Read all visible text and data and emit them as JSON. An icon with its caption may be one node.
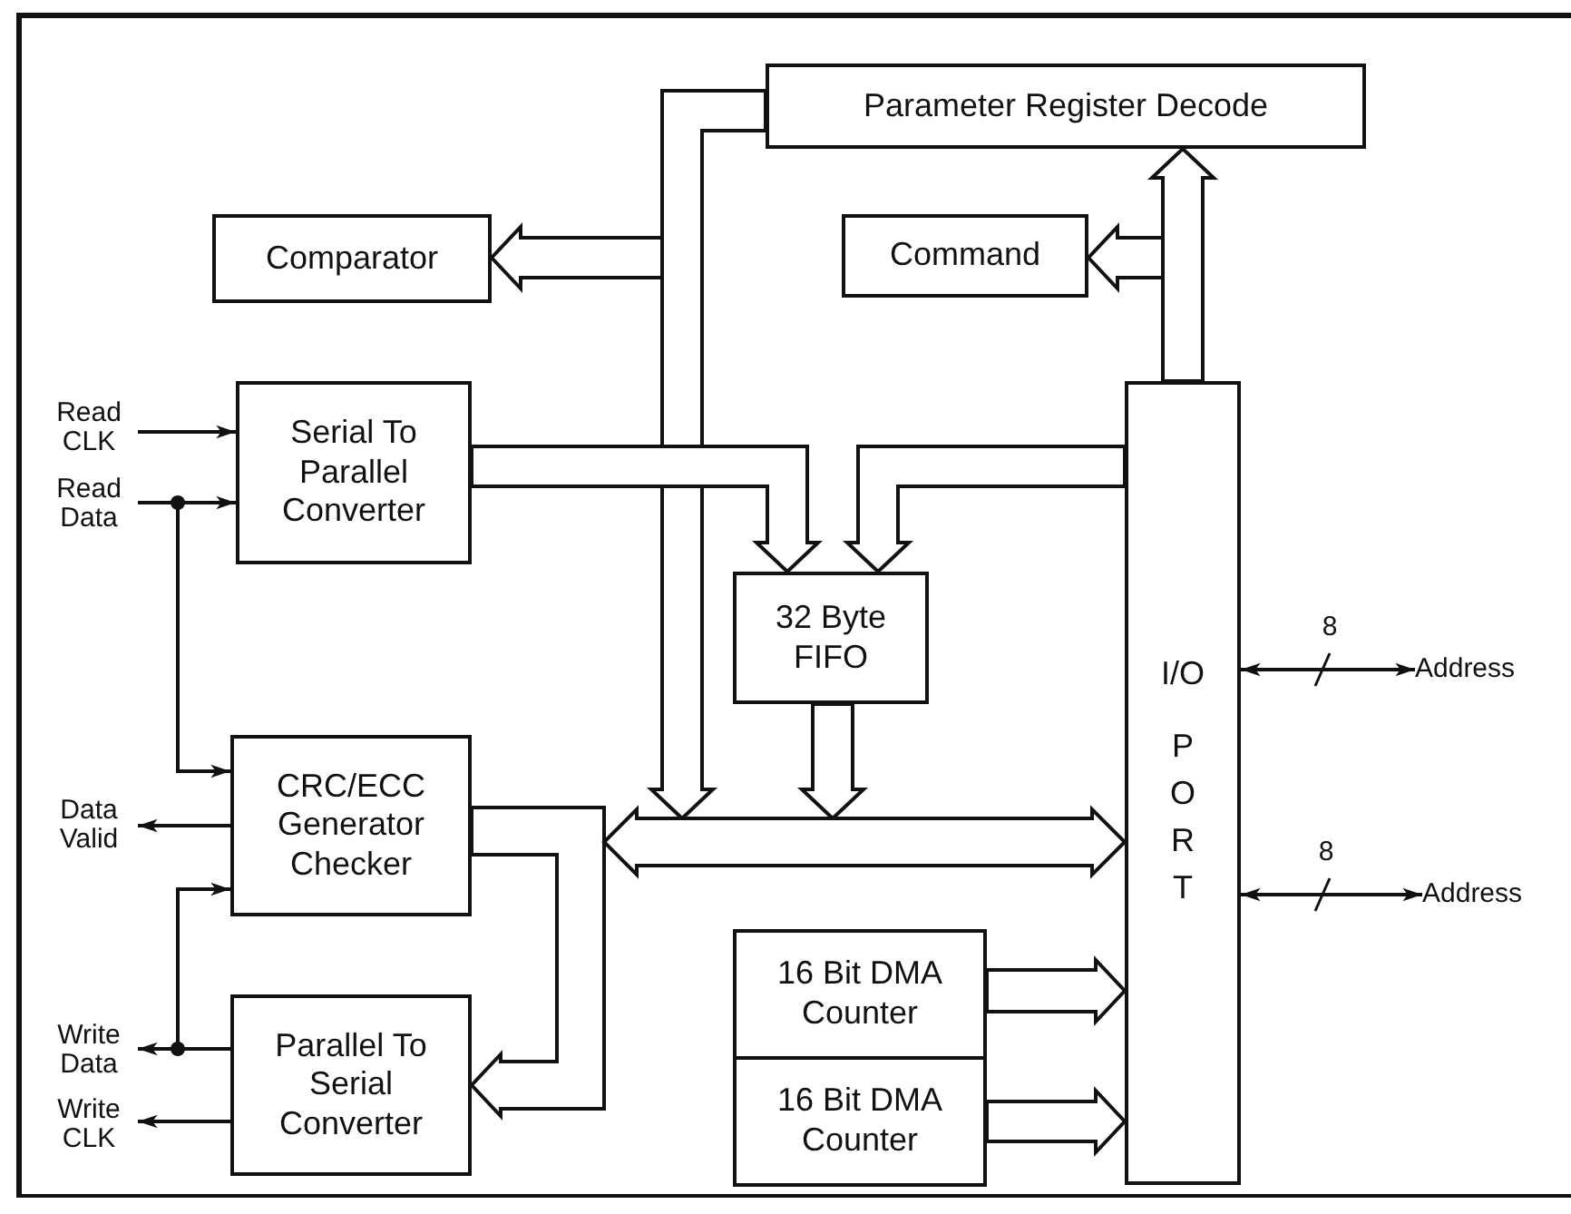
{
  "diagram": {
    "nodes": [
      {
        "text": [
          "Parameter Register Decode"
        ]
      },
      {
        "text": [
          "Comparator"
        ]
      },
      {
        "text": [
          "Command"
        ]
      },
      {
        "text": [
          "Serial To Parallel Converter"
        ]
      },
      {
        "text": [
          "32 Byte FIFO"
        ]
      },
      {
        "text": [
          "I/O",
          "PORT"
        ]
      },
      {
        "text": [
          "CRC/ECC Generator Checker"
        ]
      },
      {
        "text": [
          "Parallel To Serial Converter"
        ]
      },
      {
        "text": [
          "16 Bit DMA Counter"
        ]
      },
      {
        "text": [
          "16 Bit DMA Counter"
        ]
      },
      {
        "text": [
          "Read CLK"
        ]
      },
      {
        "text": [
          "Read Data"
        ]
      },
      {
        "text": [
          "Data Valid"
        ]
      },
      {
        "text": [
          "Write Data"
        ]
      },
      {
        "text": [
          "Write CLK"
        ]
      },
      {
        "text": [
          "Address"
        ]
      },
      {
        "text": [
          "Address"
        ]
      }
    ],
    "edges": [
      {
        "from": 5,
        "to": 2,
        "arrow": "to",
        "style": "thick"
      },
      {
        "from": 5,
        "to": 0,
        "arrow": "to",
        "style": "thick"
      },
      {
        "from": 0,
        "to": 1,
        "arrow": "to",
        "style": "thick"
      },
      {
        "from": 0,
        "to": null,
        "arrow": "to",
        "style": "thick"
      },
      {
        "from": 3,
        "to": 4,
        "arrow": "to",
        "style": "thick"
      },
      {
        "from": 5,
        "to": 4,
        "arrow": "to",
        "style": "thick"
      },
      {
        "from": 4,
        "to": null,
        "arrow": "to",
        "style": "thick"
      },
      {
        "from": 6,
        "to": 7,
        "arrow": "to",
        "style": "thick"
      },
      {
        "from": 8,
        "to": 5,
        "arrow": "to",
        "style": "thick"
      },
      {
        "from": 9,
        "to": 5,
        "arrow": "to",
        "style": "thick"
      },
      {
        "from": 10,
        "to": 3,
        "arrow": "to"
      },
      {
        "from": 11,
        "to": 3,
        "arrow": "to"
      },
      {
        "from": 11,
        "to": 6,
        "arrow": "to"
      },
      {
        "from": 6,
        "to": 12,
        "arrow": "to"
      },
      {
        "from": 7,
        "to": 13,
        "arrow": "to"
      },
      {
        "from": 7,
        "to": 6,
        "arrow": "to"
      },
      {
        "from": 7,
        "to": 14,
        "arrow": "to"
      },
      {
        "from": 5,
        "to": 15,
        "arrow": "both",
        "label": "8"
      },
      {
        "from": 5,
        "to": 16,
        "arrow": "both",
        "label": "8"
      },
      {
        "from": 5,
        "to": null,
        "arrow": "both",
        "style": "thick"
      }
    ]
  }
}
